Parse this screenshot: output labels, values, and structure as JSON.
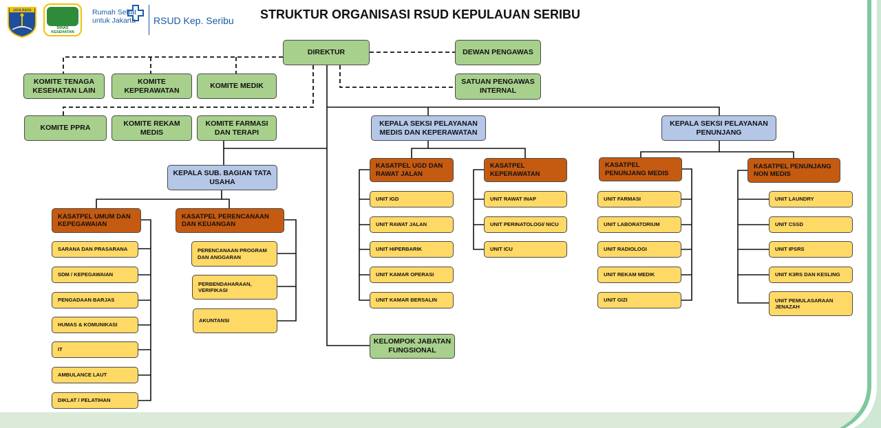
{
  "header": {
    "title": "STRUKTUR ORGANISASI RSUD KEPULAUAN SERIBU",
    "logo_jakarta_text": "JAYA RAYA",
    "logo_dinkes_text": "DINAS KESEHATAN",
    "rs_tagline_1": "Rumah Sehat",
    "rs_tagline_2": "untuk Jakarta",
    "rs_name": "RSUD Kep. Seribu"
  },
  "colors": {
    "green": "#a8d08d",
    "blue": "#b4c7e7",
    "orange": "#c55a11",
    "yellow": "#ffd966"
  },
  "chart": {
    "direktur": "DIREKTUR",
    "dewan_pengawas": "DEWAN PENGAWAS",
    "satuan_pengawas_internal": "SATUAN PENGAWAS INTERNAL",
    "komite_tenaga_kesehatan_lain": "KOMITE TENAGA KESEHATAN LAIN",
    "komite_keperawatan": "KOMITE KEPERAWATAN",
    "komite_medik": "KOMITE MEDIK",
    "komite_ppra": "KOMITE PPRA",
    "komite_rekam_medis": "KOMITE REKAM MEDIS",
    "komite_farmasi_dan_terapi": "KOMITE FARMASI DAN TERAPI",
    "kepala_sub_bagian_tata_usaha": "KEPALA SUB. BAGIAN TATA USAHA",
    "kasatpel_umum_dan_kepegawaian": "KASATPEL UMUM DAN KEPEGAWAIAN",
    "kasatpel_perencanaan_dan_keuangan": "KASATPEL PERENCANAAN DAN KEUANGAN",
    "umum_units": [
      "SARANA DAN PRASARANA",
      "SDM / KEPEGAWAIAN",
      "PENGADAAN BARJAS",
      "HUMAS & KOMUNIKASI",
      "IT",
      "AMBULANCE LAUT",
      "DIKLAT / PELATIHAN"
    ],
    "perencanaan_units": [
      "PERENCANAAN PROGRAM DAN ANGGARAN",
      "PERBENDAHARAAN, VERIFIKASI",
      "AKUNTANSI"
    ],
    "kepala_seksi_pelayanan_medis": "KEPALA SEKSI PELAYANAN MEDIS DAN KEPERAWATAN",
    "kasatpel_ugd_rawat_jalan": "KASATPEL UGD DAN RAWAT JALAN",
    "ugd_units": [
      "UNIT IGD",
      "UNIT RAWAT JALAN",
      "UNIT HIPERBARIK",
      "UNIT KAMAR OPERASI",
      "UNIT KAMAR BERSALIN"
    ],
    "kasatpel_keperawatan": "KASATPEL KEPERAWATAN",
    "keperawatan_units": [
      "UNIT RAWAT INAP",
      "UNIT PERINATOLOGI/ NICU",
      "UNIT ICU"
    ],
    "kelompok_jabatan_fungsional": "KELOMPOK JABATAN FUNGSIONAL",
    "kepala_seksi_pelayanan_penunjang": "KEPALA SEKSI PELAYANAN PENUNJANG",
    "kasatpel_penunjang_medis": "KASATPEL PENUNJANG MEDIS",
    "penunjang_medis_units": [
      "UNIT FARMASI",
      "UNIT LABORATORIUM",
      "UNIT RADIOLOGI",
      "UNIT REKAM MEDIK",
      "UNIT GIZI"
    ],
    "kasatpel_penunjang_non_medis": "KASATPEL PENUNJANG NON MEDIS",
    "penunjang_non_medis_units": [
      "UNIT LAUNDRY",
      "UNIT CSSD",
      "UNIT IPSRS",
      "UNIT K3RS DAN KESLING",
      "UNIT PEMULASARAAN JENAZAH"
    ]
  }
}
